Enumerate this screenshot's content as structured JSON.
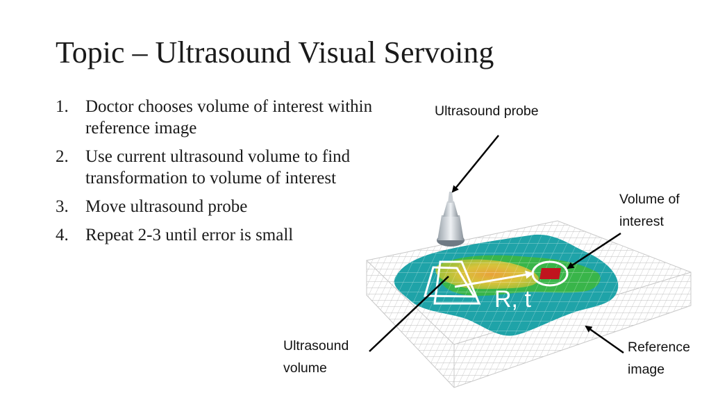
{
  "title": "Topic – Ultrasound Visual Servoing",
  "steps": [
    {
      "num": "1.",
      "text": "Doctor chooses volume of interest within reference image"
    },
    {
      "num": "2.",
      "text": "Use current ultrasound volume to find transformation to volume of interest"
    },
    {
      "num": "3.",
      "text": "Move ultrasound probe"
    },
    {
      "num": "4.",
      "text": "Repeat 2-3 until error is small"
    }
  ],
  "diagram": {
    "probe_label": "Ultrasound probe",
    "voi_label": "Volume of\ninterest",
    "us_volume_label": "Ultrasound\nvolume",
    "ref_label": "Reference\nimage",
    "transform_label": "R, t"
  },
  "colors": {
    "surface_teal": "#1fa3a8",
    "surface_yellow": "#d8c23a",
    "surface_green": "#39b54a",
    "voi_red": "#c0141e",
    "grid_gray": "#b9b9b9"
  }
}
